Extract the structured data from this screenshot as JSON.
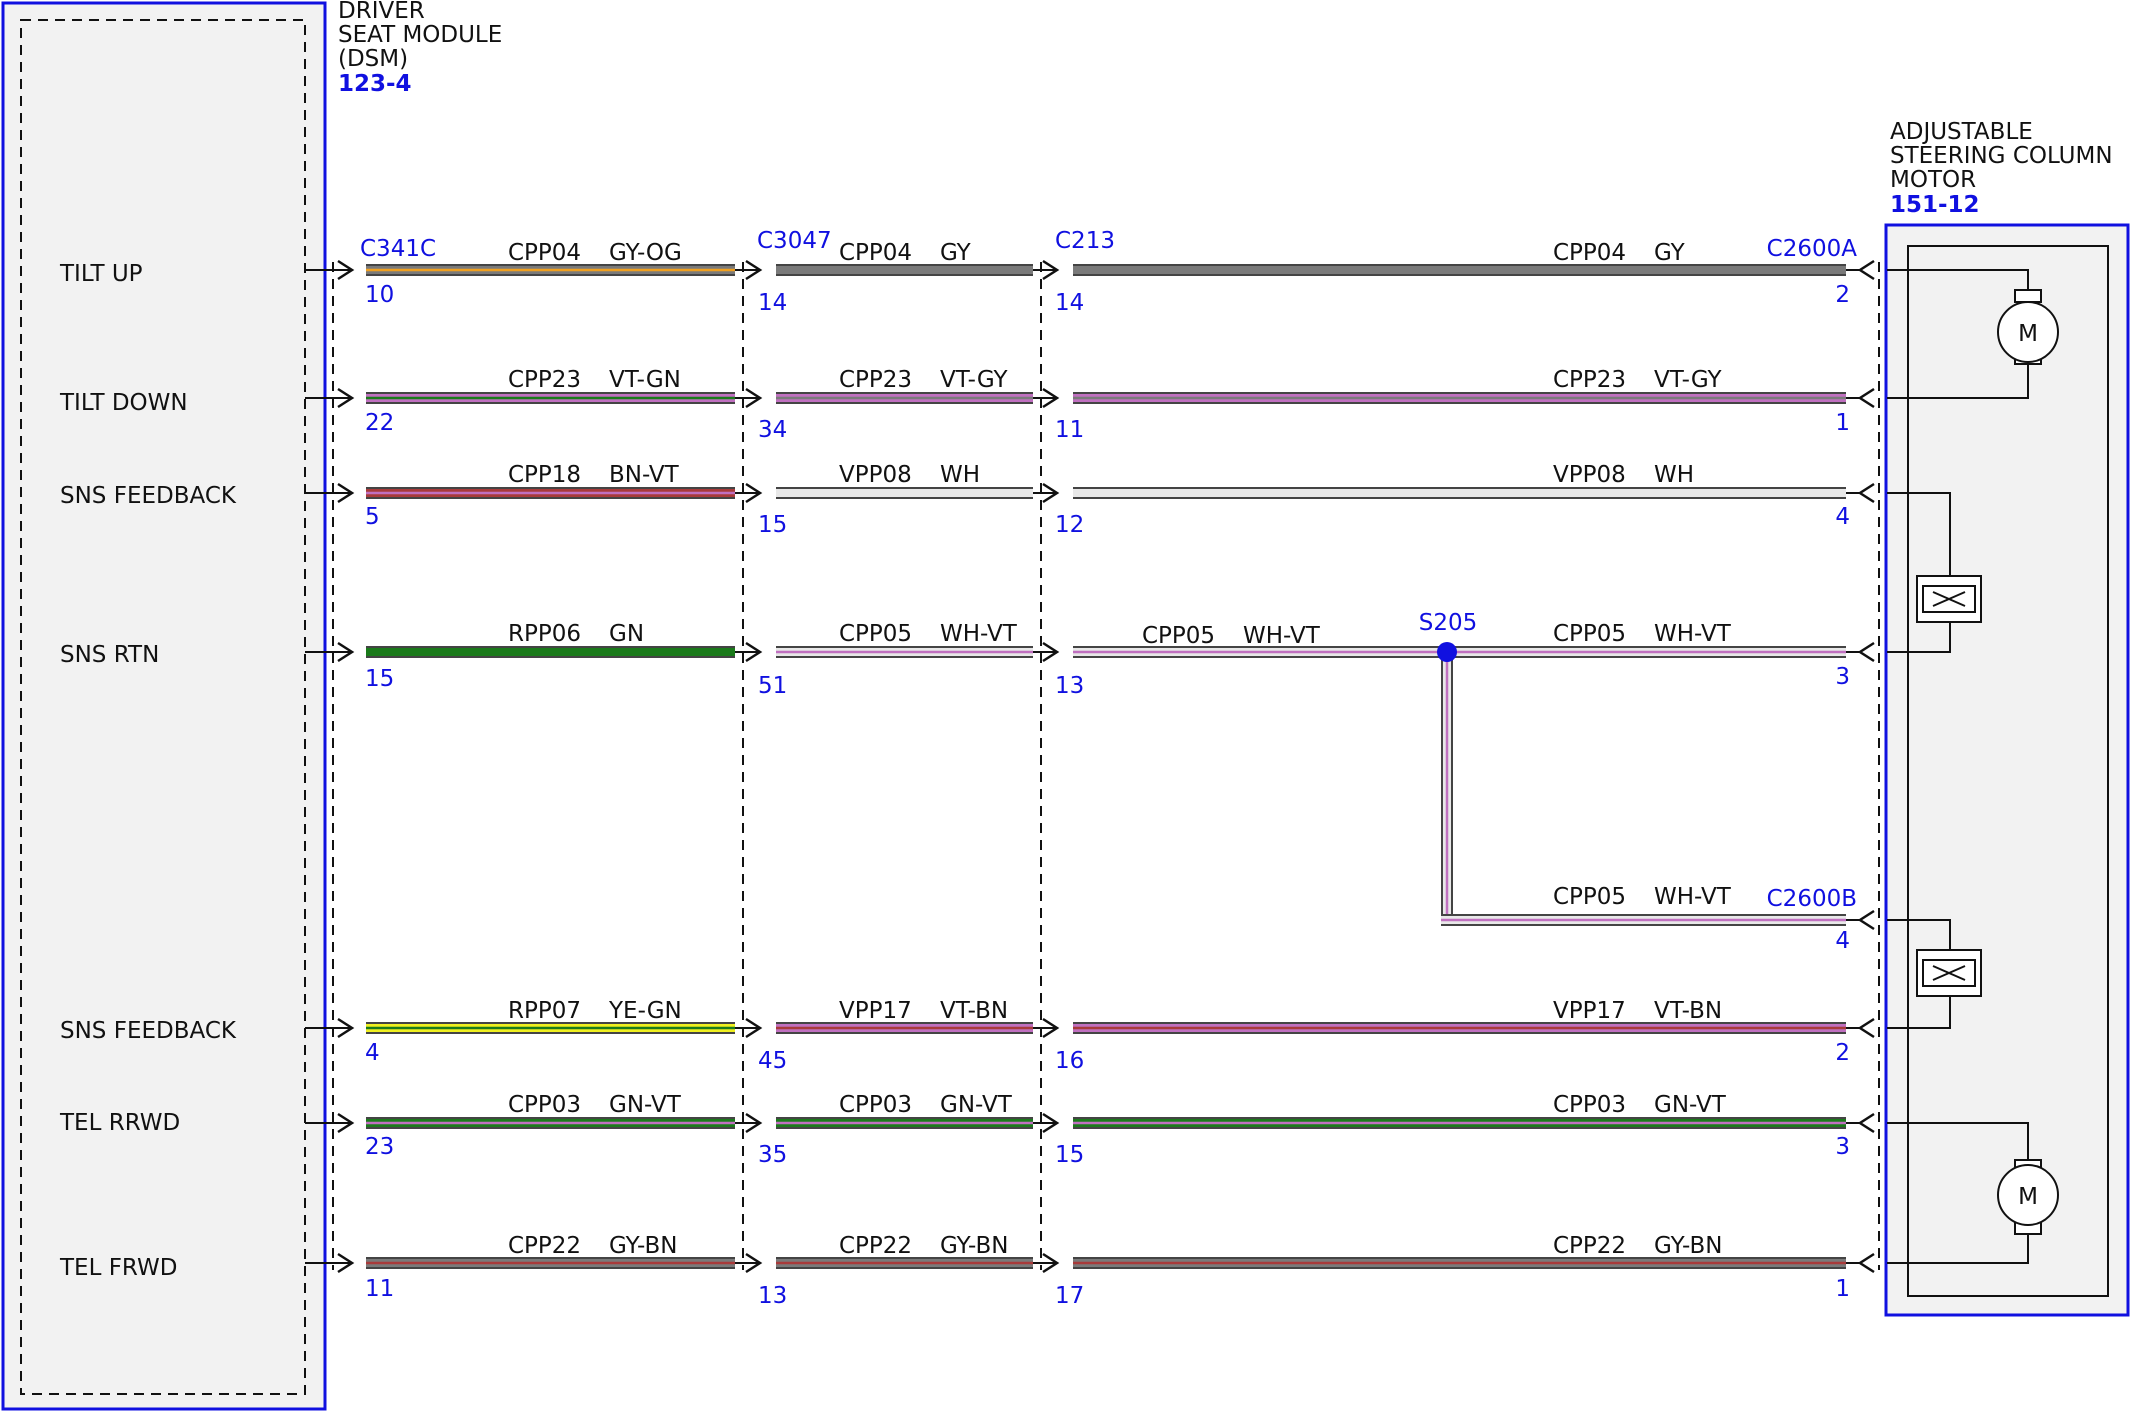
{
  "modules": {
    "dsm": {
      "name_lines": [
        "DRIVER",
        "SEAT MODULE",
        "(DSM)"
      ],
      "ref": "123-4",
      "pins": [
        "TILT UP",
        "TILT DOWN",
        "SNS FEEDBACK",
        "SNS RTN",
        "SNS FEEDBACK",
        "TEL RRWD",
        "TEL FRWD"
      ]
    },
    "motor": {
      "name_lines": [
        "ADJUSTABLE",
        "STEERING COLUMN",
        "MOTOR"
      ],
      "ref": "151-12",
      "motor_symbol": "M"
    }
  },
  "connectors": {
    "c1": "C341C",
    "c2": "C3047",
    "c3": "C213",
    "c4": "C2600A",
    "c5": "C2600B"
  },
  "splice": {
    "name": "S205"
  },
  "wires": [
    {
      "seg1": {
        "circuit": "CPP04",
        "color": "GY-OG"
      },
      "seg2": {
        "circuit": "CPP04",
        "color": "GY"
      },
      "seg3": {
        "circuit": "CPP04",
        "color": "GY"
      },
      "pins": [
        "10",
        "14",
        "14",
        "2"
      ]
    },
    {
      "seg1": {
        "circuit": "CPP23",
        "color": "VT-GN"
      },
      "seg2": {
        "circuit": "CPP23",
        "color": "VT-GY"
      },
      "seg3": {
        "circuit": "CPP23",
        "color": "VT-GY"
      },
      "pins": [
        "22",
        "34",
        "11",
        "1"
      ]
    },
    {
      "seg1": {
        "circuit": "CPP18",
        "color": "BN-VT"
      },
      "seg2": {
        "circuit": "VPP08",
        "color": "WH"
      },
      "seg3": {
        "circuit": "VPP08",
        "color": "WH"
      },
      "pins": [
        "5",
        "15",
        "12",
        "4"
      ]
    },
    {
      "seg1": {
        "circuit": "RPP06",
        "color": "GN"
      },
      "seg2": {
        "circuit": "CPP05",
        "color": "WH-VT"
      },
      "seg3a": {
        "circuit": "CPP05",
        "color": "WH-VT"
      },
      "seg3b": {
        "circuit": "CPP05",
        "color": "WH-VT"
      },
      "pins": [
        "15",
        "51",
        "13",
        "3"
      ]
    },
    {
      "seg3": {
        "circuit": "CPP05",
        "color": "WH-VT"
      },
      "pins": [
        "4"
      ]
    },
    {
      "seg1": {
        "circuit": "RPP07",
        "color": "YE-GN"
      },
      "seg2": {
        "circuit": "VPP17",
        "color": "VT-BN"
      },
      "seg3": {
        "circuit": "VPP17",
        "color": "VT-BN"
      },
      "pins": [
        "4",
        "45",
        "16",
        "2"
      ]
    },
    {
      "seg1": {
        "circuit": "CPP03",
        "color": "GN-VT"
      },
      "seg2": {
        "circuit": "CPP03",
        "color": "GN-VT"
      },
      "seg3": {
        "circuit": "CPP03",
        "color": "GN-VT"
      },
      "pins": [
        "23",
        "35",
        "15",
        "3"
      ]
    },
    {
      "seg1": {
        "circuit": "CPP22",
        "color": "GY-BN"
      },
      "seg2": {
        "circuit": "CPP22",
        "color": "GY-BN"
      },
      "seg3": {
        "circuit": "CPP22",
        "color": "GY-BN"
      },
      "pins": [
        "11",
        "13",
        "17",
        "1"
      ]
    }
  ],
  "palette": {
    "label_blue": "#1010e0",
    "gray": "#7a7a7a",
    "orange_stripe": "#f0a020",
    "violet": "#c070c0",
    "brown": "#a83a3a",
    "green": "#1a7a1a",
    "yellow": "#f0f020",
    "white_wire": "#e8e8e8",
    "module_fill": "#f2f2f2"
  }
}
